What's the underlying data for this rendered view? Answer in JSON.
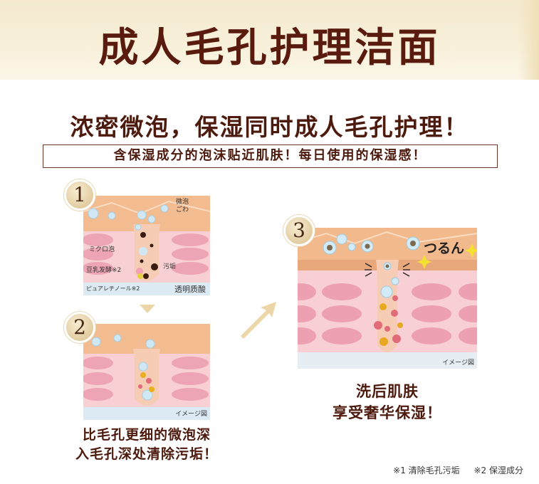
{
  "banner": {
    "title": "成人毛孔护理洁面"
  },
  "headline": "浓密微泡，保湿同时成人毛孔护理！",
  "subheadline": "含保湿成分的泡沫贴近肌肤！每日使用的保湿感！",
  "steps": [
    {
      "number": "1",
      "labels": {
        "foam": "微泡\nごわ",
        "micro_foam": "ミクロ泡",
        "soy": "豆乳发酵※2",
        "dirt": "污垢",
        "retinol": "ピュアレチノール※2",
        "hyaluronic": "透明质酸"
      }
    },
    {
      "number": "2",
      "image_note": "イメージ図",
      "caption": [
        "比毛孔更细的微泡深",
        "入毛孔深处清除污垢！"
      ]
    },
    {
      "number": "3",
      "smooth": "つるん",
      "image_note": "イメージ図",
      "caption": [
        "洗后肌肤",
        "享受奢华保湿！"
      ]
    }
  ],
  "footnotes": [
    "※1 清除毛孔污垢",
    "※2 保湿成分"
  ],
  "colors": {
    "title": "#5a1b0f",
    "skin_top": "#f0b98e",
    "skin_mid": "#f7c9cc",
    "cell": "#eba0b0",
    "badge": "#e2cb9c"
  }
}
